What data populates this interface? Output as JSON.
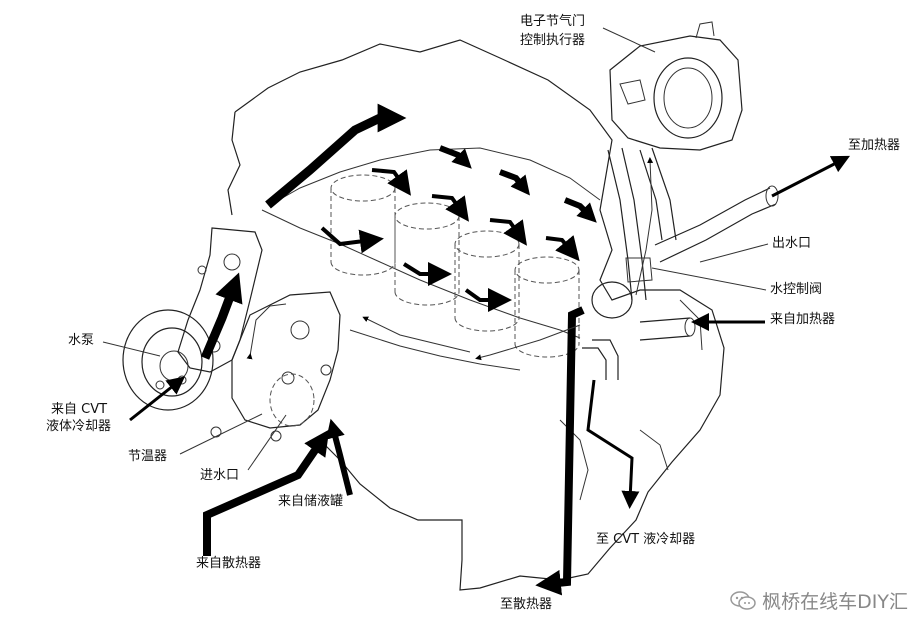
{
  "labels": {
    "throttle_line1": "电子节气门",
    "throttle_line2": "控制执行器",
    "to_heater": "至加热器",
    "outlet": "出水口",
    "control_valve": "水控制阀",
    "from_heater": "来自加热器",
    "water_pump": "水泵",
    "from_cvt_line1": "来自 CVT",
    "from_cvt_line2": "液体冷却器",
    "thermostat": "节温器",
    "inlet": "进水口",
    "from_reservoir": "来自储液罐",
    "from_radiator": "来自散热器",
    "to_cvt_cooler": "至 CVT 液冷却器",
    "to_radiator": "至散热器"
  },
  "watermark": {
    "text": "枫桥在线车DIY汇",
    "icon": "wechat-icon"
  }
}
